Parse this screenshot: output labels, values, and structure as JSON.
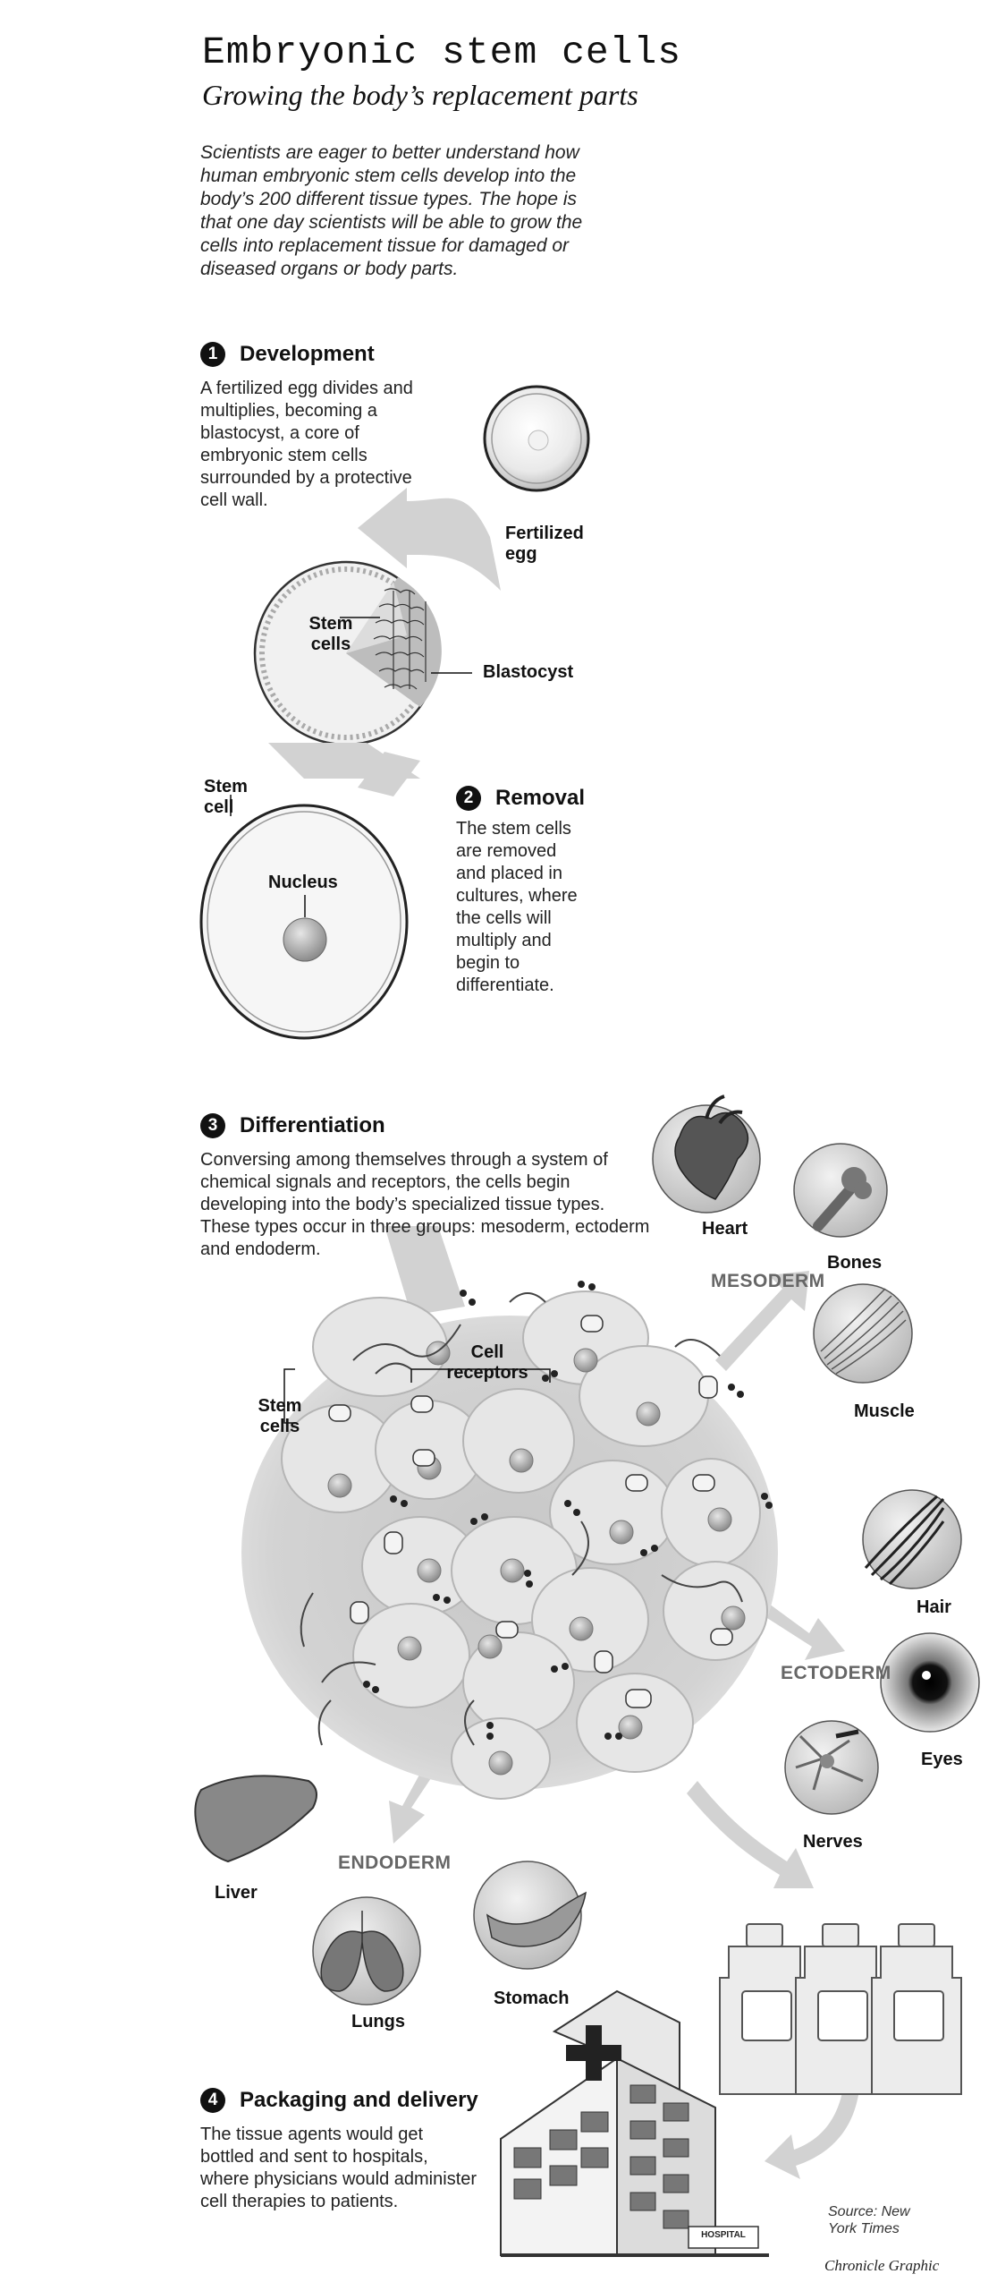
{
  "header": {
    "title": "Embryonic stem cells",
    "subtitle": "Growing the body’s replacement parts",
    "intro": "Scientists are eager to better understand how human embryonic stem cells develop into the body’s 200 different tissue types. The hope is that one day scientists will be able to grow the cells into replacement tissue for damaged or diseased organs or body parts."
  },
  "steps": [
    {
      "number": "1",
      "title": "Development",
      "text": "A fertilized egg divides and multiplies, becoming a blastocyst, a core of embryonic stem cells surrounded by a protective cell wall."
    },
    {
      "number": "2",
      "title": "Removal",
      "text": "The stem cells are removed and placed in cultures, where the cells will multiply and begin to differentiate."
    },
    {
      "number": "3",
      "title": "Differentiation",
      "text": "Conversing among themselves through a system of chemical signals and receptors, the cells begin developing into the body’s specialized tissue types. These types occur in three groups: mesoderm, ectoderm and endoderm."
    },
    {
      "number": "4",
      "title": "Packaging and delivery",
      "text": "The tissue agents would get bottled and sent to hospitals, where physicians would administer cell therapies to patients."
    }
  ],
  "labels": {
    "fertilized_egg": "Fertilized egg",
    "stem_cells_blastocyst": "Stem cells",
    "blastocyst": "Blastocyst",
    "stem_cell": "Stem cell",
    "nucleus": "Nucleus",
    "stem_cells_culture": "Stem cells",
    "cell_receptors": "Cell receptors",
    "hospital_sign": "HOSPITAL"
  },
  "groups": {
    "mesoderm": {
      "name": "MESODERM",
      "tissues": [
        "Heart",
        "Bones",
        "Muscle"
      ]
    },
    "ectoderm": {
      "name": "ECTODERM",
      "tissues": [
        "Hair",
        "Eyes",
        "Nerves"
      ]
    },
    "endoderm": {
      "name": "ENDODERM",
      "tissues": [
        "Liver",
        "Lungs",
        "Stomach"
      ]
    }
  },
  "footer": {
    "source": "Source: New York Times",
    "credit": "Chronicle Graphic"
  },
  "colors": {
    "ink": "#111111",
    "arrow_gray": "#c8c8c8",
    "cell_gray": "#d9d9d9",
    "group_label": "#666666"
  }
}
